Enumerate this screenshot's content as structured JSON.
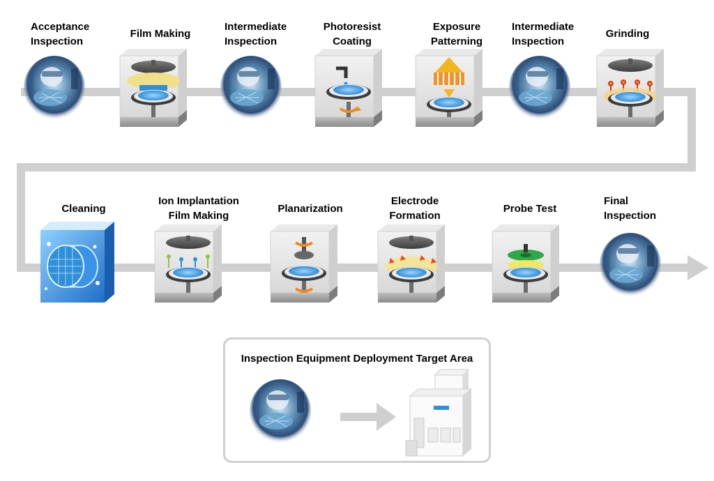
{
  "colors": {
    "flow_line": "#cfcfcf",
    "wafer_blue": "#2f8fd8",
    "accent_orange": "#f08a1c",
    "film_yellow": "#f1e08a",
    "cleaning_blue": "#1f6fc8"
  },
  "steps_row1": [
    {
      "label": "Acceptance\nInspection",
      "icon": "inspection-photo-icon"
    },
    {
      "label": "Film Making",
      "icon": "film-making-icon"
    },
    {
      "label": "Intermediate\nInspection",
      "icon": "inspection-photo-icon"
    },
    {
      "label": "Photoresist\nCoating",
      "icon": "photoresist-coating-icon"
    },
    {
      "label": "Exposure\nPatterning",
      "icon": "exposure-patterning-icon"
    },
    {
      "label": "Intermediate\nInspection",
      "icon": "inspection-photo-icon"
    },
    {
      "label": "Grinding",
      "icon": "grinding-icon"
    }
  ],
  "steps_row2": [
    {
      "label": "Cleaning",
      "icon": "cleaning-icon"
    },
    {
      "label": "Ion Implantation\nFilm Making",
      "icon": "ion-implantation-icon"
    },
    {
      "label": "Planarization",
      "icon": "planarization-icon"
    },
    {
      "label": "Electrode\nFormation",
      "icon": "electrode-formation-icon"
    },
    {
      "label": "Probe Test",
      "icon": "probe-test-icon"
    },
    {
      "label": "Final\nInspection",
      "icon": "inspection-photo-icon"
    }
  ],
  "target_area": {
    "title": "Inspection Equipment Deployment Target Area",
    "from_icon": "inspection-photo-icon",
    "to_icon": "inspection-equipment-icon"
  }
}
